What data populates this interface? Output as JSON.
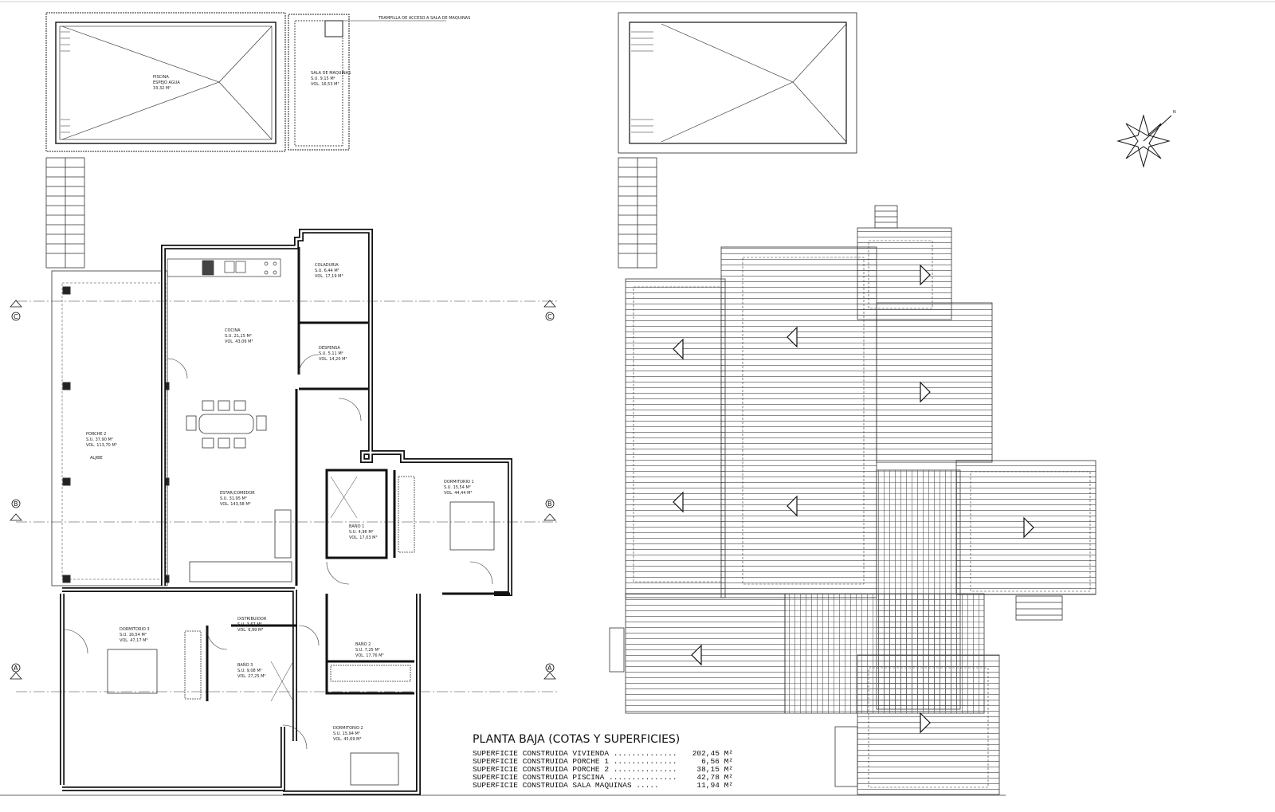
{
  "plan": {
    "note": "TRAMPILLA DE ACCESO A SALA DE MAQUINAS",
    "rooms": [
      {
        "name": "PISCINA",
        "line1": "ESPEJO AGUA",
        "line2": "33,32 M²"
      },
      {
        "name": "SALA DE MAQUINAS",
        "line1": "S.U.  9,15 M²",
        "line2": "VOL. 16,53 M³"
      },
      {
        "name": "COLADURIA",
        "line1": "S.U.  6,44 M²",
        "line2": "VOL. 17,19 M³"
      },
      {
        "name": "COCINA",
        "line1": "S.U.  21,15 M²",
        "line2": "VOL. 43,06 M³"
      },
      {
        "name": "DESPENSA",
        "line1": "S.U.  5,11 M²",
        "line2": "VOL. 14,20 M³"
      },
      {
        "name": "PORCHE 2",
        "line1": "S.U.  37,90 M²",
        "line2": "VOL. 113,70 M³"
      },
      {
        "name": "ALJIBE",
        "line1": "",
        "line2": ""
      },
      {
        "name": "ESTAR/COMEDOR",
        "line1": "S.U.  31,95 M²",
        "line2": "VOL. 143,58 M³"
      },
      {
        "name": "BAÑO 1",
        "line1": "S.U.  4,96 M²",
        "line2": "VOL. 17,03 M³"
      },
      {
        "name": "DORMITORIO 1",
        "line1": "S.U.  15,54 M²",
        "line2": "VOL. 44,44 M³"
      },
      {
        "name": "DORMITORIO 3",
        "line1": "S.U.  16,54 M²",
        "line2": "VOL. 47,17 M³"
      },
      {
        "name": "DISTRIBUIDOR",
        "line1": "S.U.  3,67 M²",
        "line2": "VOL. 6,99 M³"
      },
      {
        "name": "BAÑO 3",
        "line1": "S.U.  9,08 M²",
        "line2": "VOL. 27,25 M³"
      },
      {
        "name": "BAÑO 2",
        "line1": "S.U.  7,25 M²",
        "line2": "VOL. 17,76 M³"
      },
      {
        "name": "DORMITORIO 2",
        "line1": "S.U.  15,94 M²",
        "line2": "VOL. 45,69 M³"
      }
    ],
    "axes": [
      "A",
      "B",
      "C"
    ]
  },
  "legend": {
    "title": "PLANTA BAJA (COTAS Y SUPERFICIES)",
    "rows": [
      {
        "label": "SUPERFICIE CONSTRUIDA VIVIENDA ..............",
        "value": "202,45 M²"
      },
      {
        "label": "SUPERFICIE CONSTRUIDA PORCHE 1 ..............",
        "value": "6,56 M²"
      },
      {
        "label": "SUPERFICIE CONSTRUIDA PORCHE 2 ..............",
        "value": "38,15 M²"
      },
      {
        "label": "SUPERFICIE CONSTRUIDA PISCINA ...............",
        "value": "42,78 M²"
      },
      {
        "label": "SUPERFICIE CONSTRUIDA SALA MAQUINAS .....",
        "value": "11,94 M²"
      }
    ]
  },
  "compass": {
    "label": "N"
  }
}
